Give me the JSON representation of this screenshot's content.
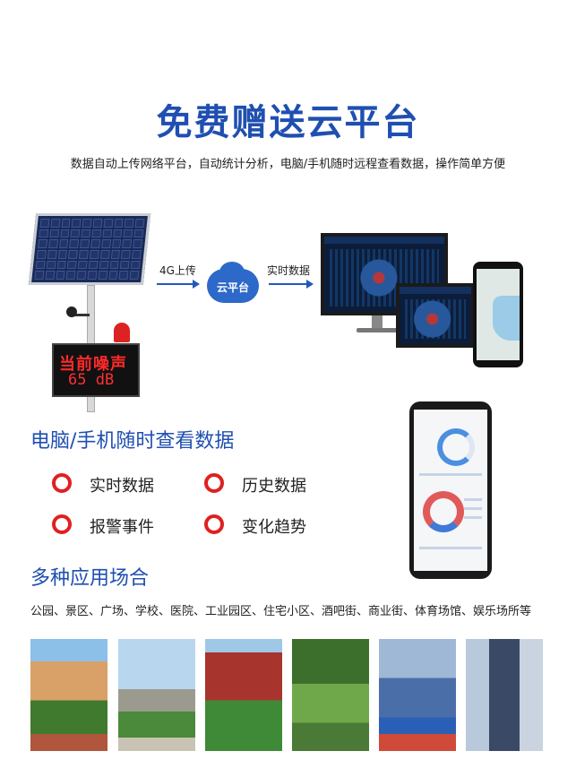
{
  "header": {
    "title": "免费赠送云平台",
    "subtitle": "数据自动上传网络平台，自动统计分析，电脑/手机随时远程查看数据，操作简单方便"
  },
  "device": {
    "display_line1": "当前噪声",
    "display_line2": "65  dB"
  },
  "flow": {
    "label_left": "4G上传",
    "cloud_label": "云平台",
    "label_right": "实时数据"
  },
  "section_view": {
    "title": "电脑/手机随时查看数据",
    "features": [
      "实时数据",
      "历史数据",
      "报警事件",
      "变化趋势"
    ],
    "feature_icon": "red-circle-icon"
  },
  "section_scenes": {
    "title": "多种应用场合",
    "list": "公园、景区、广场、学校、医院、工业园区、住宅小区、酒吧街、商业街、体育场馆、娱乐场所等"
  },
  "colors": {
    "title_blue": "#1f4fb0",
    "arrow_blue": "#2557b8",
    "ring_red": "#e02020"
  }
}
